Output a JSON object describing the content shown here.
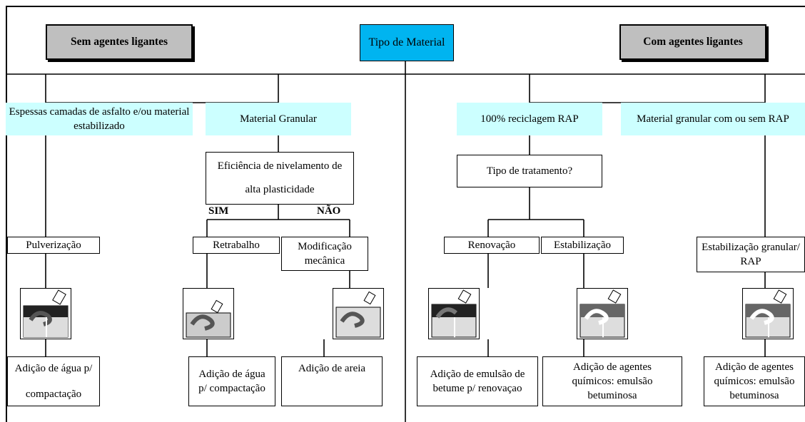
{
  "root": "Tipo de Material",
  "left_group": "Sem agentes ligantes",
  "right_group": "Com agentes ligantes",
  "branches": {
    "thick_layers": "Espessas camadas de asfalto e/ou material estabilizado",
    "granular": "Material Granular",
    "rap100": "100% reciclagem RAP",
    "granular_rap": "Material granular com ou sem RAP"
  },
  "questions": {
    "efficiency": "Eficiência de nivelamento de alta plasticidade",
    "treatment": "Tipo de tratamento?"
  },
  "answers": {
    "yes": "SIM",
    "no": "NÃO"
  },
  "methods": {
    "pulverizacao": "Pulverização",
    "retrabalho": "Retrabalho",
    "modificacao": "Modificação mecânica",
    "renovacao": "Renovação",
    "estabilizacao": "Estabilização",
    "estab_granular": "Estabilização granular/ RAP"
  },
  "additions": {
    "agua": "Adição de água p/ compactação",
    "agua2": "Adição de água p/ compactação",
    "areia": "Adição de areia",
    "emulsao": "Adição de emulsão de betume p/ renovaçao",
    "quimicos": "Adição de agentes químicos: emulsão betuminosa",
    "quimicos2": "Adição de agentes químicos: emulsão betuminosa"
  },
  "icons": [
    "pulverizacao-icon",
    "retrabalho-icon",
    "modificacao-icon",
    "renovacao-icon",
    "estabilizacao-icon",
    "estab-granular-icon"
  ]
}
